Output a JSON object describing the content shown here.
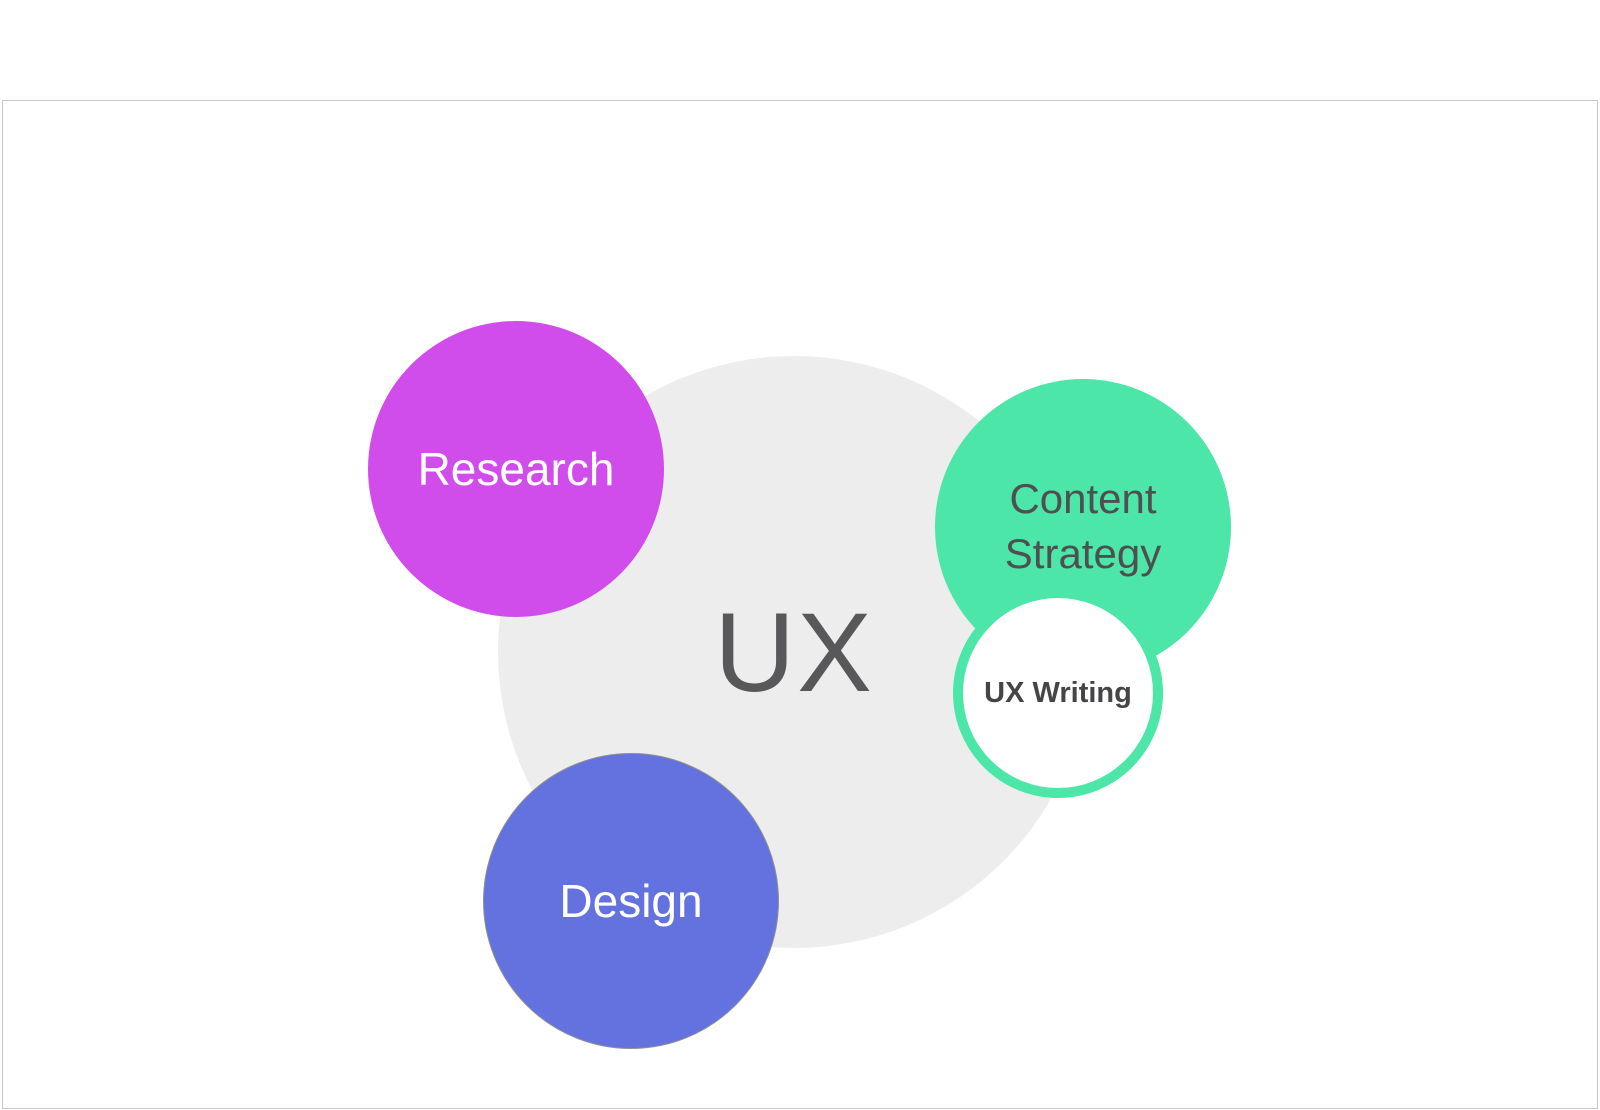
{
  "diagram": {
    "title": "UX disciplines venn-style diagram",
    "center": {
      "label": "UX",
      "color": "#ededed",
      "text_color": "#58585a"
    },
    "research": {
      "label": "Research",
      "color": "#d14deb",
      "text_color": "#ffffff"
    },
    "design": {
      "label": "Design",
      "color": "#6472e0",
      "border_color": "#8f8f8f",
      "text_color": "#ffffff"
    },
    "content_strategy": {
      "label": "Content Strategy",
      "color": "#4be6a8",
      "text_color": "#4f4f51"
    },
    "ux_writing": {
      "label": "UX Writing",
      "color": "#ffffff",
      "border_color": "#4be6a8",
      "text_color": "#454547"
    }
  }
}
